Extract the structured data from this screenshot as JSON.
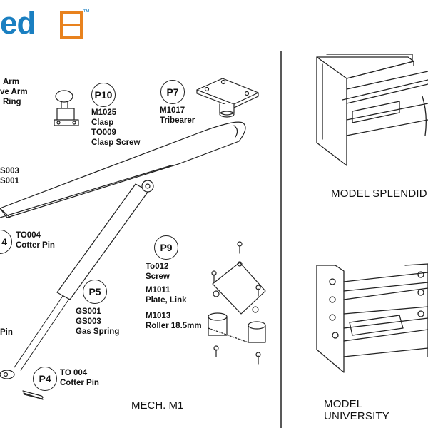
{
  "brand": {
    "logo_text": "ed",
    "trademark": "™",
    "color": "#1a7fc1",
    "accent": "#e8821e"
  },
  "labels": {
    "arm_line1": "Arm",
    "arm_line2": "ve Arm",
    "arm_line3": "Ring",
    "gs_cut1": "S003",
    "gs_cut2": "S001",
    "pin_cut": "Pin",
    "p10_tag": "P10",
    "p10_lines": [
      "M1025",
      "Clasp",
      "TO009",
      "Clasp Screw"
    ],
    "p7_tag": "P7",
    "p7_lines": [
      "M1017",
      "Tribearer"
    ],
    "p4a_tag": "4",
    "p4a_lines": [
      "TO004",
      "Cotter Pin"
    ],
    "p9_tag": "P9",
    "p9_screw": [
      "To012",
      "Screw"
    ],
    "p9_plate": [
      "M1011",
      "Plate, Link"
    ],
    "p9_roller": [
      "M1013",
      "Roller 18.5mm"
    ],
    "p5_tag": "P5",
    "p5_lines": [
      "GS001",
      "GS003",
      "Gas Spring"
    ],
    "p4b_tag": "P4",
    "p4b_lines": [
      "TO 004",
      "Cotter Pin"
    ]
  },
  "captions": {
    "mech": "MECH. M1",
    "model_splendid": "MODEL SPLENDID",
    "model_university": "MODEL UNIVERSITY"
  }
}
